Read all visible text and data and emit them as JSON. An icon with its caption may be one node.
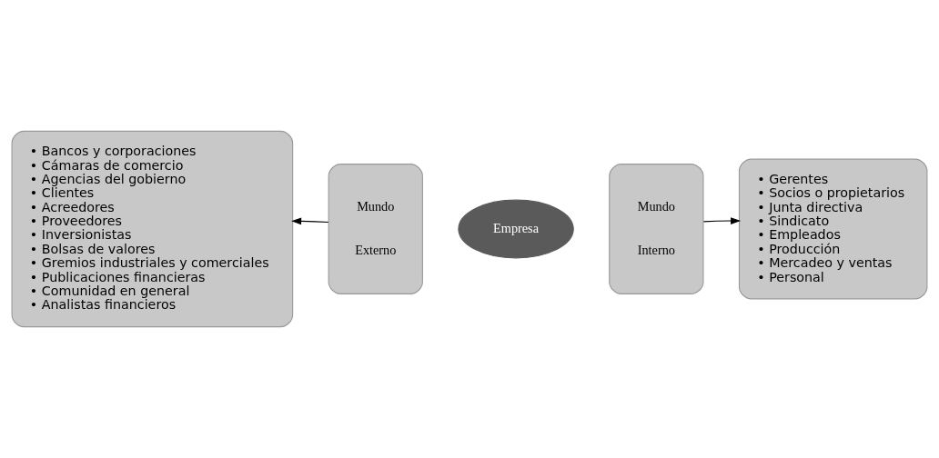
{
  "diagram": {
    "nodes": [
      {
        "text": [
          "• Bancos y corporaciones",
          "• Cámaras de comercio",
          "• Agencias del gobierno",
          "• Clientes",
          "• Acreedores",
          "• Proveedores",
          "• Inversionistas",
          "• Bolsas de valores",
          "• Gremios industriales y comerciales",
          "• Publicaciones financieras",
          "• Comunidad en general",
          "• Analistas financieros"
        ]
      },
      {
        "text": [
          "Mundo",
          "Externo"
        ]
      },
      {
        "text": [
          "Mundo",
          "Interno"
        ]
      },
      {
        "text": [
          "Empresa"
        ]
      },
      {
        "text": [
          "• Gerentes",
          "• Socios o propietarios",
          "• Junta directiva",
          "• Sindicato",
          "• Empleados",
          "• Producción",
          "• Mercadeo y ventas",
          "• Personal"
        ]
      }
    ],
    "edges": [
      {
        "from": 1,
        "to": 0,
        "arrow": "to"
      },
      {
        "from": 2,
        "to": 4,
        "arrow": "to"
      }
    ]
  }
}
